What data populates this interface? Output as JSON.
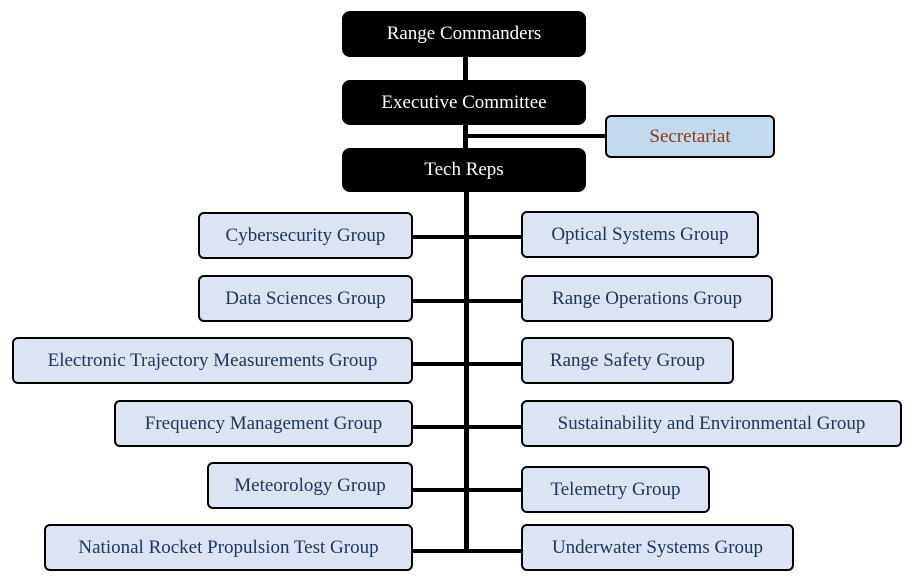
{
  "hierarchy": {
    "range_commanders": "Range Commanders",
    "executive_committee": "Executive Committee",
    "secretariat": "Secretariat",
    "tech_reps": "Tech Reps"
  },
  "groups_left": [
    "Cybersecurity Group",
    "Data Sciences Group",
    "Electronic Trajectory Measurements Group",
    "Frequency Management Group",
    "Meteorology Group",
    "National Rocket Propulsion Test Group"
  ],
  "groups_right": [
    "Optical Systems Group",
    "Range Operations Group",
    "Range Safety Group",
    "Sustainability and Environmental Group",
    "Telemetry Group",
    "Underwater Systems Group"
  ],
  "colors": {
    "header_fill": "#000000",
    "group_fill": "#dce3f2",
    "group_text": "#1f3560",
    "secretariat_fill": "#c2d9ee",
    "secretariat_text": "#8a3b12"
  }
}
